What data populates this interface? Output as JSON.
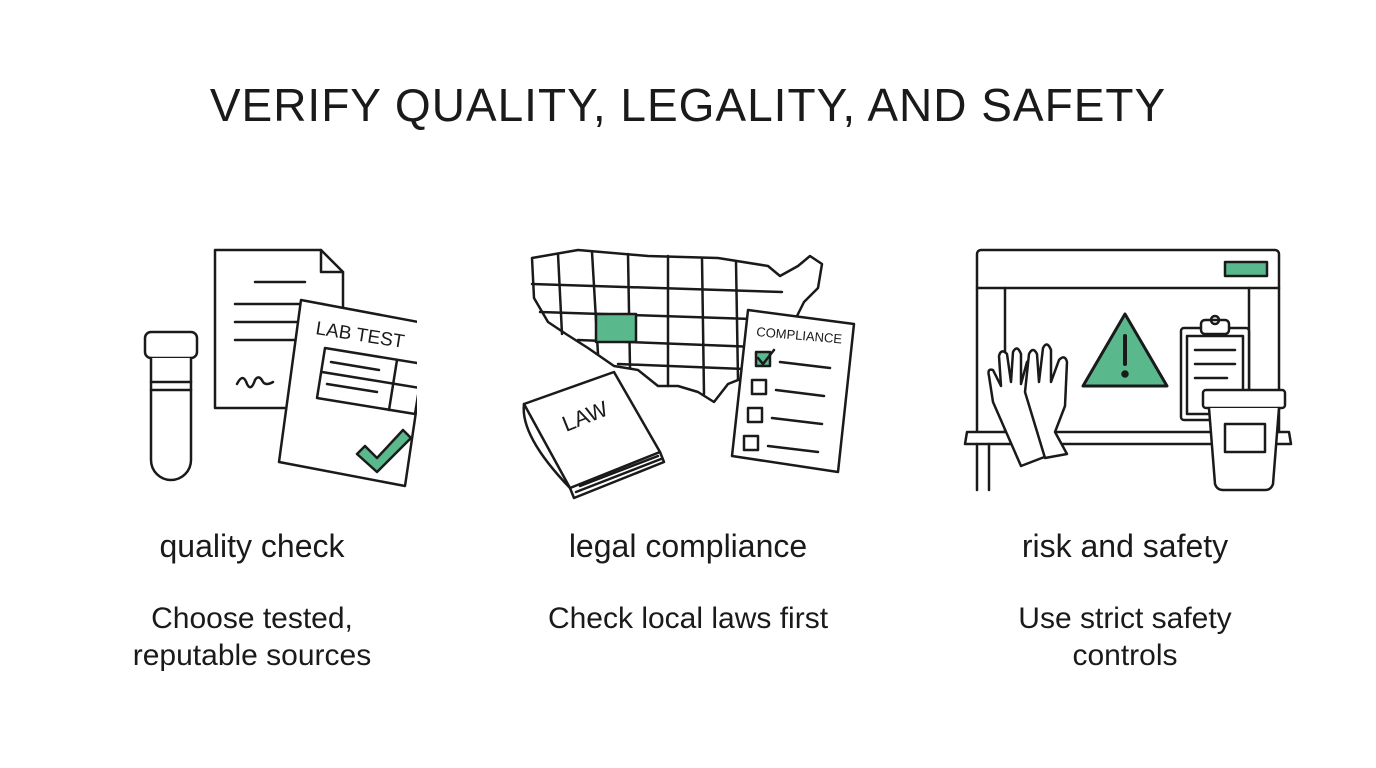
{
  "title": "VERIFY QUALITY, LEGALITY, AND SAFETY",
  "accent_color": "#5ab98c",
  "panels": [
    {
      "label": "quality check",
      "description": [
        "Choose tested,",
        "reputable sources"
      ],
      "illustration": {
        "lab_report_heading": "LAB TEST",
        "icons": [
          "test-tube-icon",
          "certificate-icon",
          "lab-report-icon",
          "checkmark-icon"
        ]
      }
    },
    {
      "label": "legal compliance",
      "description": [
        "Check local laws first"
      ],
      "illustration": {
        "book_title": "LAW",
        "checklist_heading": "COMPLIANCE",
        "icons": [
          "us-map-icon",
          "law-book-icon",
          "compliance-checklist-icon"
        ]
      }
    },
    {
      "label": "risk and safety",
      "description": [
        "Use strict safety",
        "controls"
      ],
      "illustration": {
        "icons": [
          "fume-hood-icon",
          "warning-icon",
          "gloves-icon",
          "clipboard-icon",
          "container-icon"
        ]
      }
    }
  ]
}
